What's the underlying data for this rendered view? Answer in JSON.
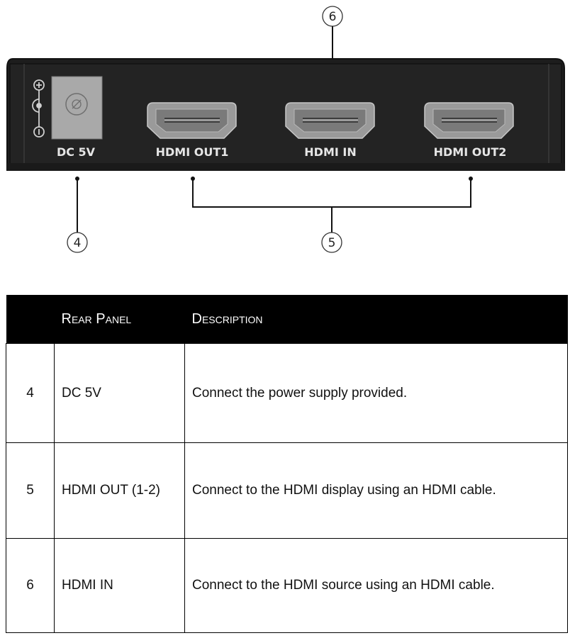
{
  "callouts": {
    "top": "6",
    "power": "4",
    "hdmi_outputs": "5"
  },
  "panel": {
    "dc_label": "DC 5V",
    "hdmi_out1": "HDMI OUT1",
    "hdmi_in": "HDMI IN",
    "hdmi_out2": "HDMI OUT2"
  },
  "table": {
    "headers": [
      "",
      "Rear Panel",
      "Description"
    ],
    "rows": [
      {
        "num": "4",
        "name": "DC 5V",
        "desc": "Connect the power supply provided."
      },
      {
        "num": "5",
        "name": "HDMI OUT (1-2)",
        "desc": "Connect to the HDMI display using an HDMI cable."
      },
      {
        "num": "6",
        "name": "HDMI IN",
        "desc": "Connect to the HDMI source using an HDMI cable."
      }
    ]
  }
}
